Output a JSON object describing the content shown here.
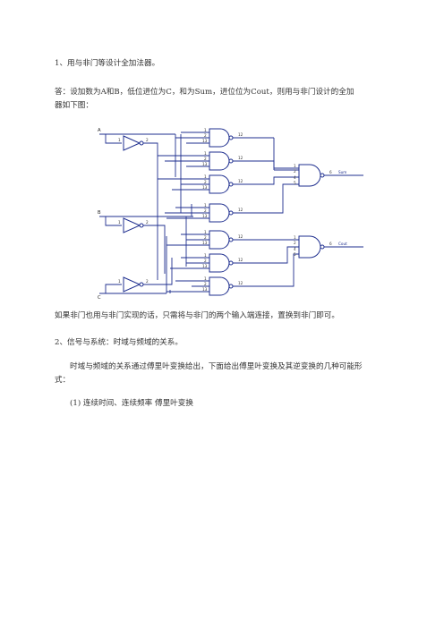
{
  "q1": {
    "heading": "1、用与非门等设计全加法器。",
    "answer_line1": "答：设加数为A和B，低位进位为C，和为Sum，进位位为Cout，则用与非门设计的全加",
    "answer_line2": "器如下图：",
    "note": "如果非门也用与非门实现的话，只需将与非门的两个输入端连接，置换到非门即可。"
  },
  "circuit": {
    "inputs": [
      "A",
      "B",
      "C"
    ],
    "outputs": [
      "Sum",
      "Cout"
    ],
    "pin_in1": "1",
    "pin_in2": "2",
    "pin_in3": "13",
    "pin_out": "12",
    "pin_out6": "6",
    "pin_4": "4",
    "pin_5": "5"
  },
  "q2": {
    "heading": "2、信号与系统：时域与频域的关系。",
    "para_line1": "时域与频域的关系通过傅里叶变换给出，下面给出傅里叶变换及其逆变换的几种可能形",
    "para_line2": "式：",
    "item1": "(1) 连续时间、连续频率 傅里叶变换"
  }
}
